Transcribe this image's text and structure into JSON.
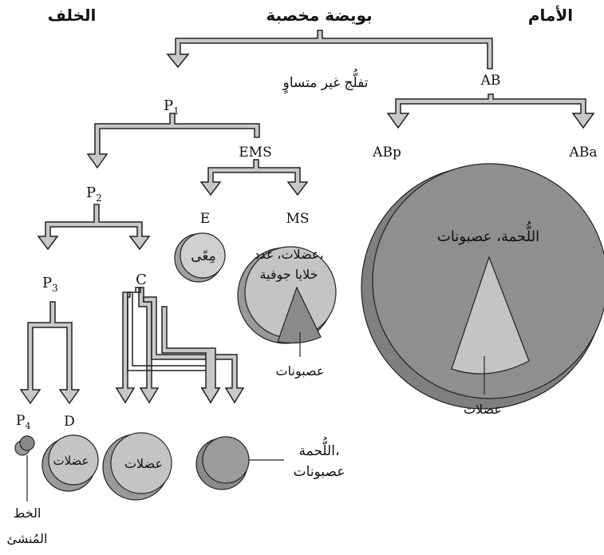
{
  "headers": {
    "posterior": "الخلف",
    "zygote": "بويضة مخصبة",
    "anterior": "الأمام"
  },
  "unequal_cleavage": "تفلُّج غير متساوٍ",
  "cells": {
    "AB": "AB",
    "ABp": "ABp",
    "ABa": "ABa",
    "P1_base": "P",
    "P1_sub": "1",
    "EMS": "EMS",
    "E": "E",
    "MS": "MS",
    "P2_base": "P",
    "P2_sub": "2",
    "P3_base": "P",
    "P3_sub": "3",
    "C": "C",
    "P4_base": "P",
    "P4_sub": "4",
    "D": "D"
  },
  "fates": {
    "ab": "اللُّحمة، عصبونات",
    "ab_muscle": "عضلات",
    "e_gut": "مِعًى",
    "ms_line1": "عضلات، غدد،",
    "ms_line2": "خلايا جوفية",
    "ms_neurons": "عصبونات",
    "d_muscle": "عضلات",
    "c_muscle": "عضلات",
    "c_epi_line1": "اللُّحمة،",
    "c_epi_line2": "عصبونات",
    "germ_line1": "الخط",
    "germ_line2": "المُنشئ"
  },
  "colors": {
    "arrow_fill": "#c8c8c8",
    "light_cell": "#c4c4c4",
    "mid_cell": "#9a9a9a",
    "dark_cell": "#888888",
    "outline": "#222222"
  }
}
